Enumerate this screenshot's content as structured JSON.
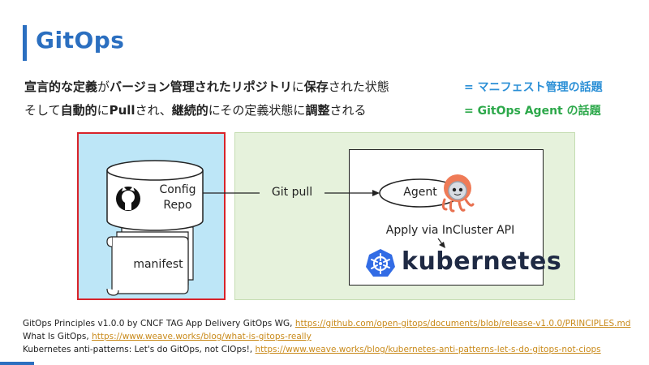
{
  "title": "GitOps",
  "lines": [
    {
      "parts": [
        {
          "text": "宣言的な",
          "bold": true
        },
        {
          "text": "定義",
          "bold": true
        },
        {
          "text": "が",
          "bold": false
        },
        {
          "text": "バージョン管理されたリポジトリ",
          "bold": true
        },
        {
          "text": "に",
          "bold": false
        },
        {
          "text": "保存",
          "bold": true
        },
        {
          "text": "された状態",
          "bold": false
        }
      ],
      "note": "= マニフェスト管理の話題"
    },
    {
      "parts": [
        {
          "text": "そして",
          "bold": false
        },
        {
          "text": "自動的",
          "bold": true
        },
        {
          "text": "に",
          "bold": false
        },
        {
          "text": "Pull",
          "bold": true
        },
        {
          "text": "され、",
          "bold": false
        },
        {
          "text": "継続的",
          "bold": true
        },
        {
          "text": "にその定義状態に",
          "bold": false
        },
        {
          "text": "調整",
          "bold": true
        },
        {
          "text": "される",
          "bold": false
        }
      ],
      "note": "= GitOps Agent の話題"
    }
  ],
  "diagram": {
    "repo_label_line1": "Config",
    "repo_label_line2": "Repo",
    "manifest_label": "manifest",
    "git_pull_label": "Git pull",
    "agent_label": "Agent",
    "apply_label": "Apply via InCluster API",
    "kubernetes_label": "kubernetes"
  },
  "references": [
    {
      "text": "GitOps Principles v1.0.0 by CNCF TAG App Delivery GitOps WG, ",
      "link": "https://github.com/open-gitops/documents/blob/release-v1.0.0/PRINCIPLES.md"
    },
    {
      "text": "What Is GitOps, ",
      "link": "https://www.weave.works/blog/what-is-gitops-really"
    },
    {
      "text": "Kubernetes anti-patterns: Let's do GitOps, not CIOps!, ",
      "link": "https://www.weave.works/blog/kubernetes-anti-patterns-let-s-do-gitops-not-ciops"
    }
  ],
  "colors": {
    "accent": "#2b6fc0",
    "note1": "#2b8fd6",
    "note2": "#2ca84a",
    "left_box_fill": "#bde6f7",
    "left_box_border": "#d8232a",
    "right_box_fill": "#e6f2dc",
    "link": "#c98a1a"
  },
  "icons": [
    "github-icon",
    "argo-mascot-icon",
    "kubernetes-helm-icon"
  ]
}
